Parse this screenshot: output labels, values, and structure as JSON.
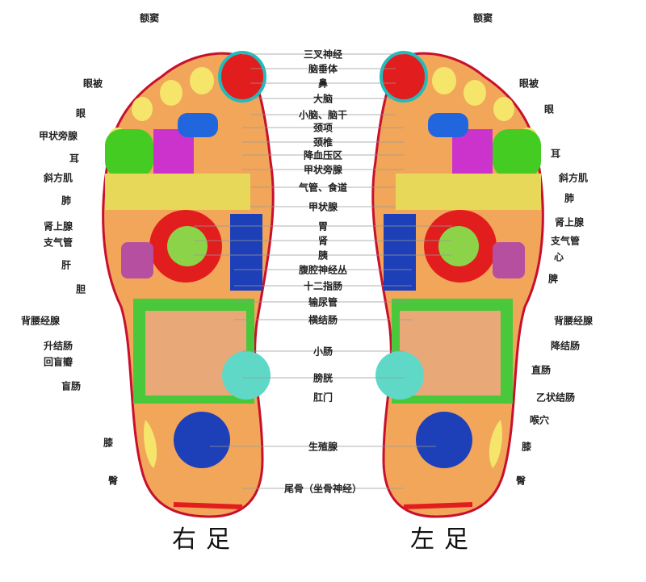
{
  "center_labels": [
    "三叉神经",
    "脑垂体",
    "鼻",
    "大脑",
    "小脑、脑干",
    "颈项",
    "颈椎",
    "降血压区",
    "甲状旁腺",
    "气管、食道",
    "甲状腺",
    "胃",
    "肾",
    "胰",
    "腹腔神经丛",
    "十二指肠",
    "输尿管",
    "横结肠",
    "小肠",
    "膀胱",
    "肛门",
    "生殖腺",
    "尾骨（坐骨神经）"
  ],
  "right_foot_labels": [
    "额窦",
    "眼被",
    "眼",
    "甲状旁腺",
    "耳",
    "斜方肌",
    "肺",
    "肾上腺",
    "支气管",
    "肝",
    "胆",
    "背腰经腺",
    "升结肠",
    "回盲瓣",
    "盲肠",
    "膝",
    "臀"
  ],
  "left_foot_labels": [
    "额窦",
    "眼被",
    "眼",
    "耳",
    "斜方肌",
    "肺",
    "肾上腺",
    "支气管",
    "心",
    "脾",
    "背腰经腺",
    "降结肠",
    "直肠",
    "乙状结肠",
    "喉穴",
    "膝",
    "臀"
  ],
  "titles": {
    "right_foot": "右足",
    "left_foot": "左足"
  }
}
